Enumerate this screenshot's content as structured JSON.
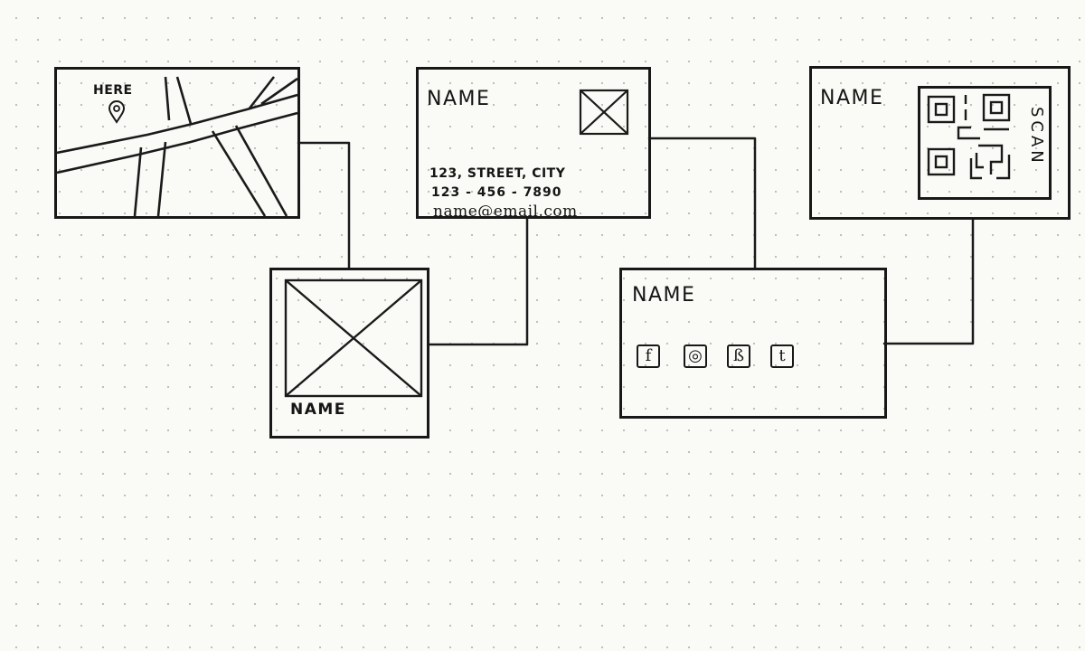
{
  "map_card": {
    "here_label": "HERE"
  },
  "photo_card": {
    "name_label": "NAME"
  },
  "business_card": {
    "name_label": "NAME",
    "address": "123, STREET, CITY",
    "phone": "123 - 456 - 7890",
    "email": "name@email.com"
  },
  "qr_card": {
    "name_label": "NAME",
    "scan_label": "SCAN"
  },
  "social_card": {
    "name_label": "NAME",
    "icons": [
      "facebook-icon",
      "instagram-icon",
      "snapchat-icon",
      "tumblr-icon"
    ],
    "icon_glyphs": [
      "f",
      "◎",
      "ß",
      "t"
    ]
  }
}
